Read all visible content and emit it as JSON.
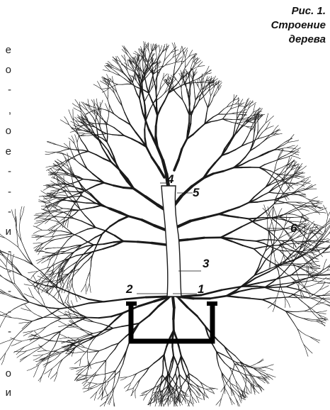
{
  "caption": {
    "line1": "Рис. 1.",
    "line2": "Строение",
    "line3": "дерева"
  },
  "labels": {
    "l1": "1",
    "l2": "2",
    "l3": "3",
    "l4": "4",
    "l5": "5",
    "l6": "6"
  },
  "side_text_fragments": [
    "е",
    "о",
    "-",
    ",",
    "о",
    "е",
    "-",
    "-",
    "-",
    "и",
    "-",
    "-",
    "-",
    "-",
    "-",
    "о",
    "и"
  ]
}
